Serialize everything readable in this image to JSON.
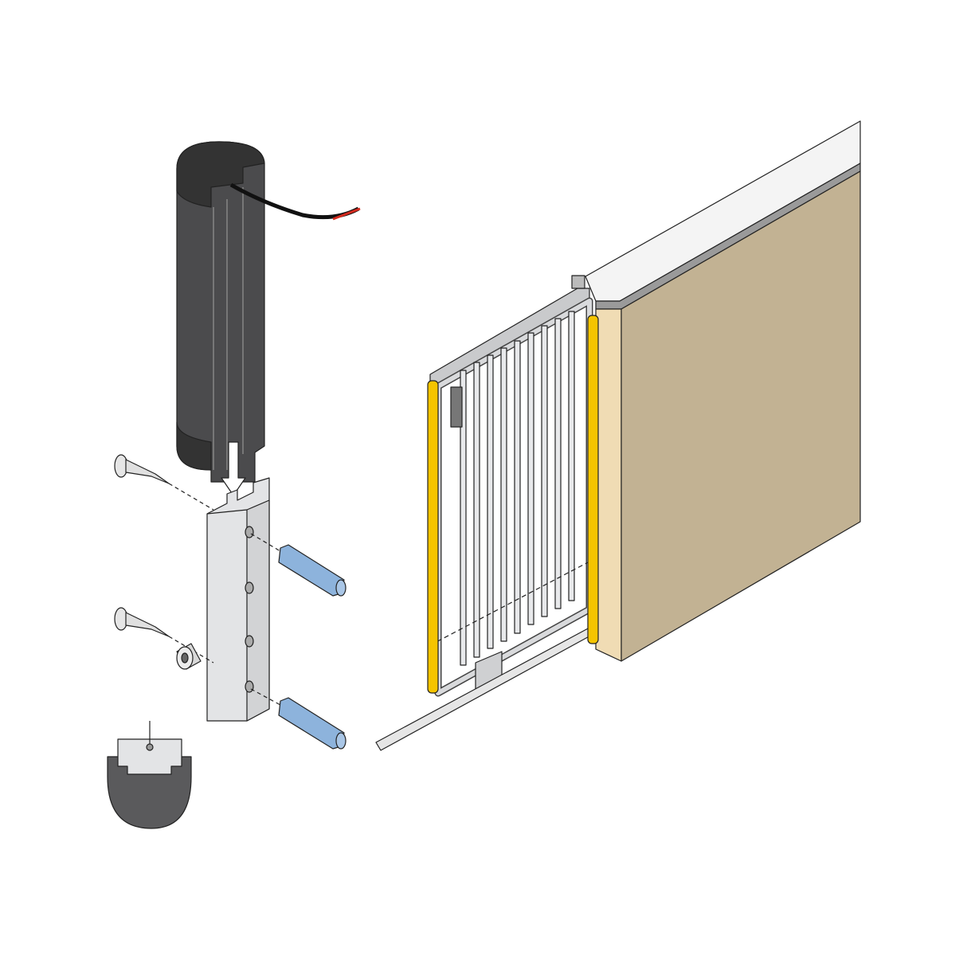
{
  "illustration": {
    "parts": [
      "safety-edge-profile",
      "cable",
      "mounting-channel",
      "screws",
      "wall-anchors",
      "spacer",
      "profile-cross-section",
      "sliding-gate",
      "wall"
    ],
    "colors": {
      "profile": "#4b4b4d",
      "aluminium": "#e3e4e6",
      "anchor": "#8db3dc",
      "safety_edge": "#f5c400",
      "wall_front": "#c2b293",
      "wall_side": "#f0dcb4",
      "wall_top": "#f4f4f4",
      "cable_wire": "#d42a1e"
    }
  }
}
